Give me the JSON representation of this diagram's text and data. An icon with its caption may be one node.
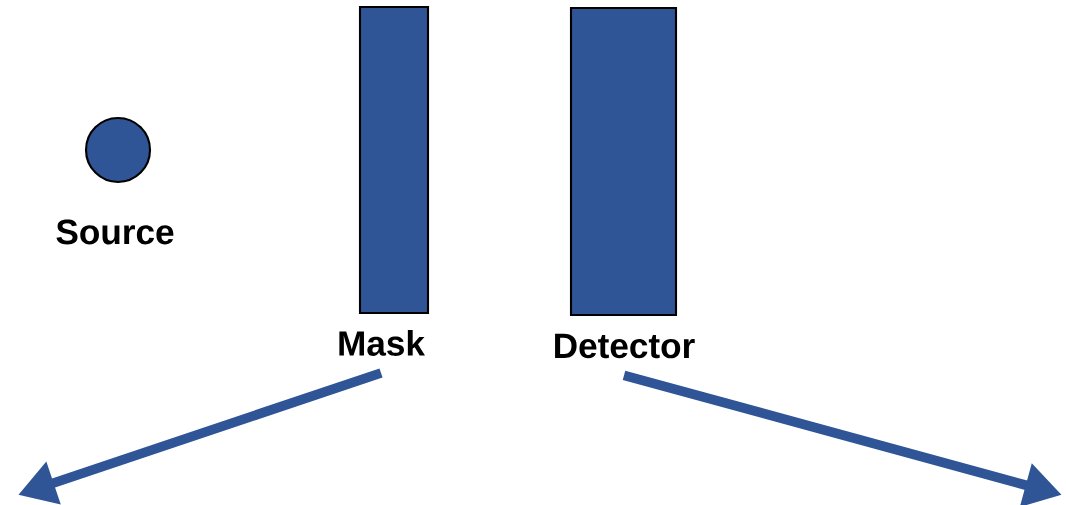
{
  "diagram": {
    "nodes": [
      {
        "text": [
          "Source"
        ]
      },
      {
        "text": [
          "Mask"
        ]
      },
      {
        "text": [
          "Detector"
        ]
      }
    ],
    "edges": [
      {
        "from": 1,
        "to": null,
        "arrow": "to"
      },
      {
        "from": 2,
        "to": null,
        "arrow": "to"
      }
    ]
  }
}
